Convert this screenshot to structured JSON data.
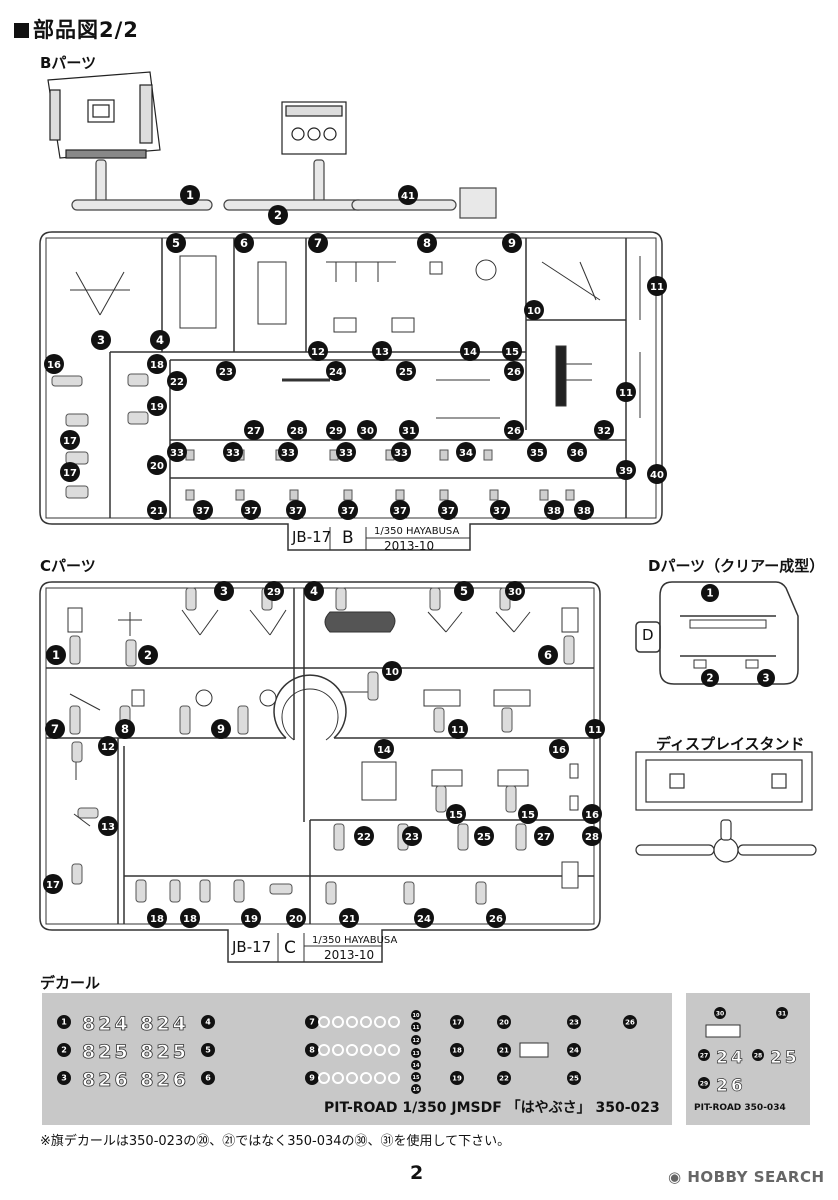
{
  "title": "部品図2/2",
  "labels": {
    "b_parts": "Bパーツ",
    "c_parts": "Cパーツ",
    "d_parts": "Dパーツ（クリアー成型）",
    "display_stand": "ディスプレイスタンド",
    "decal": "デカール"
  },
  "sprue_b": {
    "code": "JB-17",
    "letter": "B",
    "model": "1/350 HAYABUSA",
    "date": "2013-10",
    "numbers": [
      "1",
      "2",
      "41",
      "5",
      "6",
      "7",
      "8",
      "9",
      "10",
      "11",
      "3",
      "4",
      "12",
      "13",
      "14",
      "15",
      "16",
      "18",
      "22",
      "23",
      "24",
      "25",
      "26",
      "19",
      "27",
      "28",
      "29",
      "30",
      "31",
      "11",
      "17",
      "33",
      "34",
      "35",
      "36",
      "32",
      "17",
      "20",
      "39",
      "40",
      "21",
      "37",
      "38"
    ]
  },
  "sprue_c": {
    "code": "JB-17",
    "letter": "C",
    "model": "1/350 HAYABUSA",
    "date": "2013-10",
    "numbers": [
      "3",
      "29",
      "4",
      "5",
      "30",
      "1",
      "2",
      "6",
      "10",
      "7",
      "8",
      "9",
      "11",
      "11",
      "12",
      "14",
      "16",
      "16",
      "13",
      "15",
      "15",
      "22",
      "23",
      "25",
      "27",
      "28",
      "17",
      "18",
      "18",
      "19",
      "20",
      "21",
      "24",
      "26"
    ]
  },
  "sprue_d": {
    "letter": "D",
    "numbers": [
      "1",
      "2",
      "3"
    ]
  },
  "decal_sheet": {
    "rows": [
      {
        "n": "1",
        "hull": "824 824"
      },
      {
        "n": "2",
        "hull": "825 825"
      },
      {
        "n": "3",
        "hull": "826 826"
      }
    ],
    "marker_numbers": [
      "4",
      "5",
      "6",
      "7",
      "8",
      "9",
      "10",
      "11",
      "12",
      "13",
      "14",
      "15",
      "16",
      "17",
      "18",
      "19",
      "20",
      "21",
      "22",
      "23",
      "24",
      "25",
      "26"
    ],
    "footer": "PIT-ROAD 1/350 JMSDF 「はやぶさ」 350-023"
  },
  "decal_sheet_2": {
    "numbers": [
      "30",
      "31",
      "27",
      "28",
      "29"
    ],
    "values": [
      "24",
      "25",
      "26"
    ],
    "footer": "PIT-ROAD 350-034"
  },
  "footnote": "※旗デカールは350-023の⑳、㉑ではなく350-034の㉚、㉛を使用して下さい。",
  "page_number": "2",
  "watermark": "HOBBY SEARCH"
}
